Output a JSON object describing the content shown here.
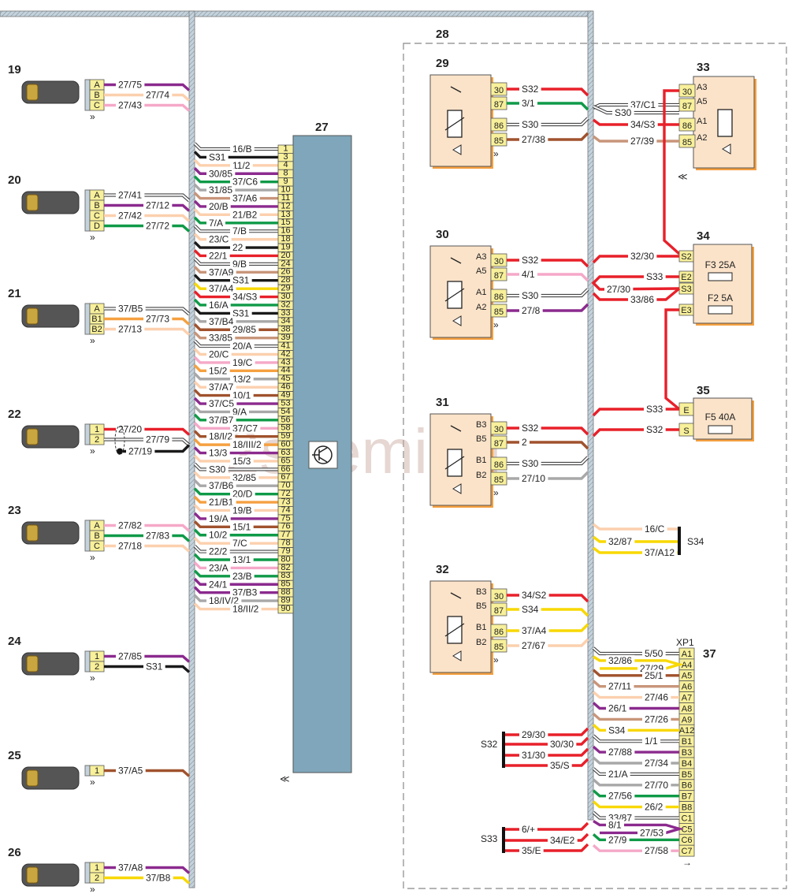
{
  "title_ids": {
    "ecu": "27",
    "relay_block": "28",
    "connector": "37",
    "connector_name": "XP1"
  },
  "watermark": "2shemi.ru",
  "colors": {
    "violet": "#8b2a8e",
    "peach": "#fcd0ae",
    "pink": "#f5a8c8",
    "white": "#ffffff",
    "green": "#0f9a48",
    "black": "#1a1a1a",
    "grey": "#a8a8a8",
    "tan": "#c8957a",
    "red": "#e8202a",
    "brown": "#a0522d",
    "orange": "#f5a040",
    "yellow": "#f8d800",
    "ecu_fill": "#7fa6ba",
    "relay_fill": "#fbe3c9",
    "pin_fill": "#f8f09a",
    "harness": "#c4d2dc"
  },
  "sensors": [
    {
      "id": "19",
      "pins": [
        {
          "pin": "A",
          "wire": "27/75",
          "color": "violet"
        },
        {
          "pin": "B",
          "wire": "27/74",
          "color": "peach"
        },
        {
          "pin": "C",
          "wire": "27/43",
          "color": "pink"
        }
      ]
    },
    {
      "id": "20",
      "pins": [
        {
          "pin": "A",
          "wire": "27/41",
          "color": "white"
        },
        {
          "pin": "B",
          "wire": "27/12",
          "color": "violet"
        },
        {
          "pin": "C",
          "wire": "27/42",
          "color": "peach"
        },
        {
          "pin": "D",
          "wire": "27/72",
          "color": "green"
        }
      ]
    },
    {
      "id": "21",
      "pins": [
        {
          "pin": "A",
          "wire": "37/B5",
          "color": "white"
        },
        {
          "pin": "B1",
          "wire": "27/73",
          "color": "orange"
        },
        {
          "pin": "B2",
          "wire": "27/13",
          "color": "peach"
        }
      ]
    },
    {
      "id": "22",
      "pins": [
        {
          "pin": "1",
          "wire": "27/20",
          "color": "red"
        },
        {
          "pin": "2",
          "wire": "27/79",
          "color": "white"
        },
        {
          "pin": "shield",
          "wire": "27/19",
          "color": "black"
        }
      ]
    },
    {
      "id": "23",
      "pins": [
        {
          "pin": "A",
          "wire": "27/82",
          "color": "pink"
        },
        {
          "pin": "B",
          "wire": "27/83",
          "color": "green"
        },
        {
          "pin": "C",
          "wire": "27/18",
          "color": "peach"
        }
      ]
    },
    {
      "id": "24",
      "pins": [
        {
          "pin": "1",
          "wire": "27/85",
          "color": "violet"
        },
        {
          "pin": "2",
          "wire": "S31",
          "color": "black"
        }
      ]
    },
    {
      "id": "25",
      "pins": [
        {
          "pin": "1",
          "wire": "37/A5",
          "color": "brown"
        }
      ]
    },
    {
      "id": "26",
      "pins": [
        {
          "pin": "1",
          "wire": "37/A8",
          "color": "violet"
        },
        {
          "pin": "2",
          "wire": "37/B8",
          "color": "yellow"
        }
      ]
    }
  ],
  "ecu_pins": [
    {
      "pin": "1",
      "wire": "16/B",
      "color": "white"
    },
    {
      "pin": "3",
      "wire": "S31",
      "color": "black"
    },
    {
      "pin": "4",
      "wire": "11/2",
      "color": "peach"
    },
    {
      "pin": "8",
      "wire": "30/85",
      "color": "violet"
    },
    {
      "pin": "9",
      "wire": "37/C6",
      "color": "green"
    },
    {
      "pin": "10",
      "wire": "31/85",
      "color": "grey"
    },
    {
      "pin": "11",
      "wire": "37/A6",
      "color": "tan"
    },
    {
      "pin": "12",
      "wire": "20/B",
      "color": "violet"
    },
    {
      "pin": "13",
      "wire": "21/B2",
      "color": "peach"
    },
    {
      "pin": "15",
      "wire": "7/A",
      "color": "green"
    },
    {
      "pin": "16",
      "wire": "7/B",
      "color": "white"
    },
    {
      "pin": "18",
      "wire": "23/C",
      "color": "peach"
    },
    {
      "pin": "19",
      "wire": "22",
      "color": "black"
    },
    {
      "pin": "20",
      "wire": "22/1",
      "color": "red"
    },
    {
      "pin": "24",
      "wire": "9/B",
      "color": "white"
    },
    {
      "pin": "26",
      "wire": "37/A9",
      "color": "tan"
    },
    {
      "pin": "28",
      "wire": "S31",
      "color": "black"
    },
    {
      "pin": "29",
      "wire": "37/A4",
      "color": "yellow"
    },
    {
      "pin": "30",
      "wire": "34/S3",
      "color": "red"
    },
    {
      "pin": "32",
      "wire": "16/A",
      "color": "green"
    },
    {
      "pin": "33",
      "wire": "S31",
      "color": "black"
    },
    {
      "pin": "34",
      "wire": "37/B4",
      "color": "grey"
    },
    {
      "pin": "38",
      "wire": "29/85",
      "color": "brown"
    },
    {
      "pin": "39",
      "wire": "33/85",
      "color": "tan"
    },
    {
      "pin": "41",
      "wire": "20/A",
      "color": "white"
    },
    {
      "pin": "42",
      "wire": "20/C",
      "color": "peach"
    },
    {
      "pin": "43",
      "wire": "19/C",
      "color": "pink"
    },
    {
      "pin": "44",
      "wire": "15/2",
      "color": "orange"
    },
    {
      "pin": "45",
      "wire": "13/2",
      "color": "grey"
    },
    {
      "pin": "46",
      "wire": "37/A7",
      "color": "peach"
    },
    {
      "pin": "49",
      "wire": "10/1",
      "color": "brown"
    },
    {
      "pin": "53",
      "wire": "37/C5",
      "color": "violet"
    },
    {
      "pin": "54",
      "wire": "9/A",
      "color": "grey"
    },
    {
      "pin": "56",
      "wire": "37/B7",
      "color": "green"
    },
    {
      "pin": "58",
      "wire": "37/C7",
      "color": "pink"
    },
    {
      "pin": "59",
      "wire": "18/I/2",
      "color": "brown"
    },
    {
      "pin": "60",
      "wire": "18/III/2",
      "color": "orange"
    },
    {
      "pin": "63",
      "wire": "13/3",
      "color": "violet"
    },
    {
      "pin": "65",
      "wire": "15/3",
      "color": "peach"
    },
    {
      "pin": "66",
      "wire": "S30",
      "color": "white"
    },
    {
      "pin": "67",
      "wire": "32/85",
      "color": "peach"
    },
    {
      "pin": "70",
      "wire": "37/B6",
      "color": "grey"
    },
    {
      "pin": "72",
      "wire": "20/D",
      "color": "green"
    },
    {
      "pin": "73",
      "wire": "21/B1",
      "color": "orange"
    },
    {
      "pin": "74",
      "wire": "19/B",
      "color": "peach"
    },
    {
      "pin": "75",
      "wire": "19/A",
      "color": "violet"
    },
    {
      "pin": "76",
      "wire": "15/1",
      "color": "brown"
    },
    {
      "pin": "77",
      "wire": "10/2",
      "color": "green"
    },
    {
      "pin": "78",
      "wire": "7/C",
      "color": "peach"
    },
    {
      "pin": "79",
      "wire": "22/2",
      "color": "white"
    },
    {
      "pin": "80",
      "wire": "13/1",
      "color": "green"
    },
    {
      "pin": "82",
      "wire": "23/A",
      "color": "pink"
    },
    {
      "pin": "83",
      "wire": "23/B",
      "color": "green"
    },
    {
      "pin": "85",
      "wire": "24/1",
      "color": "violet"
    },
    {
      "pin": "88",
      "wire": "37/B3",
      "color": "violet"
    },
    {
      "pin": "89",
      "wire": "18/IV/2",
      "color": "grey"
    },
    {
      "pin": "90",
      "wire": "18/II/2",
      "color": "peach"
    }
  ],
  "relays_left": [
    {
      "id": "29",
      "contacts": [],
      "pins": [
        {
          "pin": "30",
          "wire": "S32",
          "color": "red"
        },
        {
          "pin": "87",
          "wire": "3/1",
          "color": "green"
        },
        {
          "pin": "86",
          "wire": "S30",
          "color": "white"
        },
        {
          "pin": "85",
          "wire": "27/38",
          "color": "brown"
        }
      ]
    },
    {
      "id": "30",
      "contacts": [
        "A3",
        "A5",
        "A1",
        "A2"
      ],
      "pins": [
        {
          "pin": "30",
          "wire": "S32",
          "color": "red"
        },
        {
          "pin": "87",
          "wire": "4/1",
          "color": "pink"
        },
        {
          "pin": "86",
          "wire": "S30",
          "color": "white"
        },
        {
          "pin": "85",
          "wire": "27/8",
          "color": "violet"
        }
      ]
    },
    {
      "id": "31",
      "contacts": [
        "B3",
        "B5",
        "B1",
        "B2"
      ],
      "pins": [
        {
          "pin": "30",
          "wire": "S32",
          "color": "red"
        },
        {
          "pin": "87",
          "wire": "2",
          "color": "brown"
        },
        {
          "pin": "86",
          "wire": "S30",
          "color": "white"
        },
        {
          "pin": "85",
          "wire": "27/10",
          "color": "grey"
        }
      ]
    },
    {
      "id": "32",
      "contacts": [
        "B3",
        "B5",
        "B1",
        "B2"
      ],
      "pins": [
        {
          "pin": "30",
          "wire": "34/S2",
          "color": "red"
        },
        {
          "pin": "87",
          "wire": "S34",
          "color": "yellow"
        },
        {
          "pin": "86",
          "wire": "37/A4",
          "color": "yellow"
        },
        {
          "pin": "85",
          "wire": "27/67",
          "color": "peach"
        }
      ]
    }
  ],
  "relay_33": {
    "id": "33",
    "contacts": [
      "A3",
      "A5",
      "A1",
      "A2"
    ],
    "pins": [
      {
        "pin": "30",
        "wire": "",
        "color": "red"
      },
      {
        "pin": "87",
        "wire": "37/C1",
        "color": "white"
      },
      {
        "pin": "86",
        "wire": "34/S3",
        "color": "red"
      },
      {
        "pin": "85",
        "wire": "27/39",
        "color": "tan"
      }
    ],
    "extra_wire": "S30"
  },
  "fuse_34": {
    "id": "34",
    "pins": [
      "S2",
      "E2",
      "S3",
      "E3"
    ],
    "fuses": [
      "F3 25A",
      "F2 5A"
    ],
    "wires": [
      {
        "label": "32/30",
        "pin": "S2"
      },
      {
        "label": "S33",
        "pin": "E2"
      },
      {
        "label": "27/30",
        "pin": "S3"
      },
      {
        "label": "33/86",
        "pin": "S3"
      }
    ]
  },
  "fuse_35": {
    "id": "35",
    "pins": [
      "E",
      "S"
    ],
    "fuses": [
      "F5 40A"
    ],
    "wires": [
      {
        "label": "S33",
        "pin": "E"
      },
      {
        "label": "S32",
        "pin": "S"
      }
    ]
  },
  "splice_s34": {
    "name": "S34",
    "wires": [
      {
        "label": "16/C",
        "color": "peach"
      },
      {
        "label": "32/87",
        "color": "yellow"
      },
      {
        "label": "37/A12",
        "color": "yellow"
      }
    ]
  },
  "splice_s32": {
    "name": "S32",
    "wires": [
      "29/30",
      "30/30",
      "31/30",
      "35/S"
    ]
  },
  "splice_s33": {
    "name": "S33",
    "wires": [
      "6/+",
      "34/E2",
      "35/E"
    ]
  },
  "xp1_pins": [
    {
      "pin": "A1",
      "wire": "5/50",
      "color": "white"
    },
    {
      "pin": "A4",
      "wire": "32/86",
      "color": "yellow",
      "wire2": "27/29"
    },
    {
      "pin": "A5",
      "wire": "25/1",
      "color": "brown"
    },
    {
      "pin": "A6",
      "wire": "27/11",
      "color": "tan"
    },
    {
      "pin": "A7",
      "wire": "27/46",
      "color": "peach"
    },
    {
      "pin": "A8",
      "wire": "26/1",
      "color": "violet"
    },
    {
      "pin": "A9",
      "wire": "27/26",
      "color": "tan"
    },
    {
      "pin": "A12",
      "wire": "S34",
      "color": "yellow"
    },
    {
      "pin": "B1",
      "wire": "1/1",
      "color": "white"
    },
    {
      "pin": "B3",
      "wire": "27/88",
      "color": "violet"
    },
    {
      "pin": "B4",
      "wire": "27/34",
      "color": "grey"
    },
    {
      "pin": "B5",
      "wire": "21/A",
      "color": "white"
    },
    {
      "pin": "B6",
      "wire": "27/70",
      "color": "grey"
    },
    {
      "pin": "B7",
      "wire": "27/56",
      "color": "green"
    },
    {
      "pin": "B8",
      "wire": "26/2",
      "color": "yellow"
    },
    {
      "pin": "C1",
      "wire": "33/87",
      "color": "white"
    },
    {
      "pin": "C5",
      "wire": "8/1",
      "color": "violet",
      "wire2": "27/53"
    },
    {
      "pin": "C6",
      "wire": "27/9",
      "color": "green"
    },
    {
      "pin": "C7",
      "wire": "27/58",
      "color": "pink"
    }
  ]
}
